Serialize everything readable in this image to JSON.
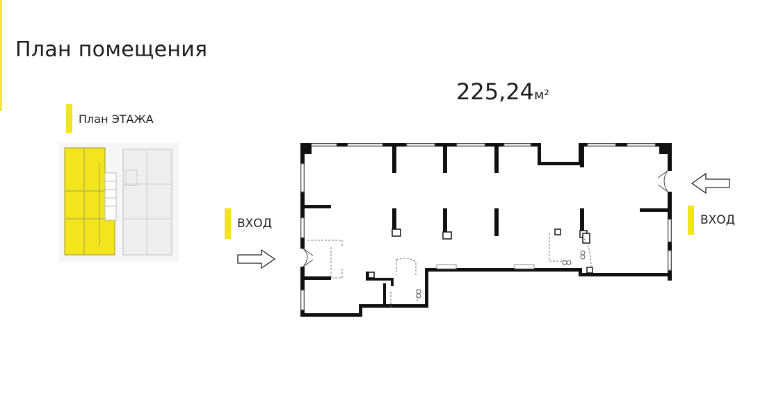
{
  "page": {
    "title": "План помещения",
    "area_value": "225,24",
    "area_unit": "м²"
  },
  "floor_plan_thumb": {
    "label": "План ЭТАЖА",
    "highlight_color": "#f2e51d"
  },
  "entrances": {
    "left_label": "ВХОД",
    "right_label": "ВХОД"
  },
  "colors": {
    "accent": "#f2e51d",
    "wall": "#111111",
    "text": "#1d1d1d"
  }
}
